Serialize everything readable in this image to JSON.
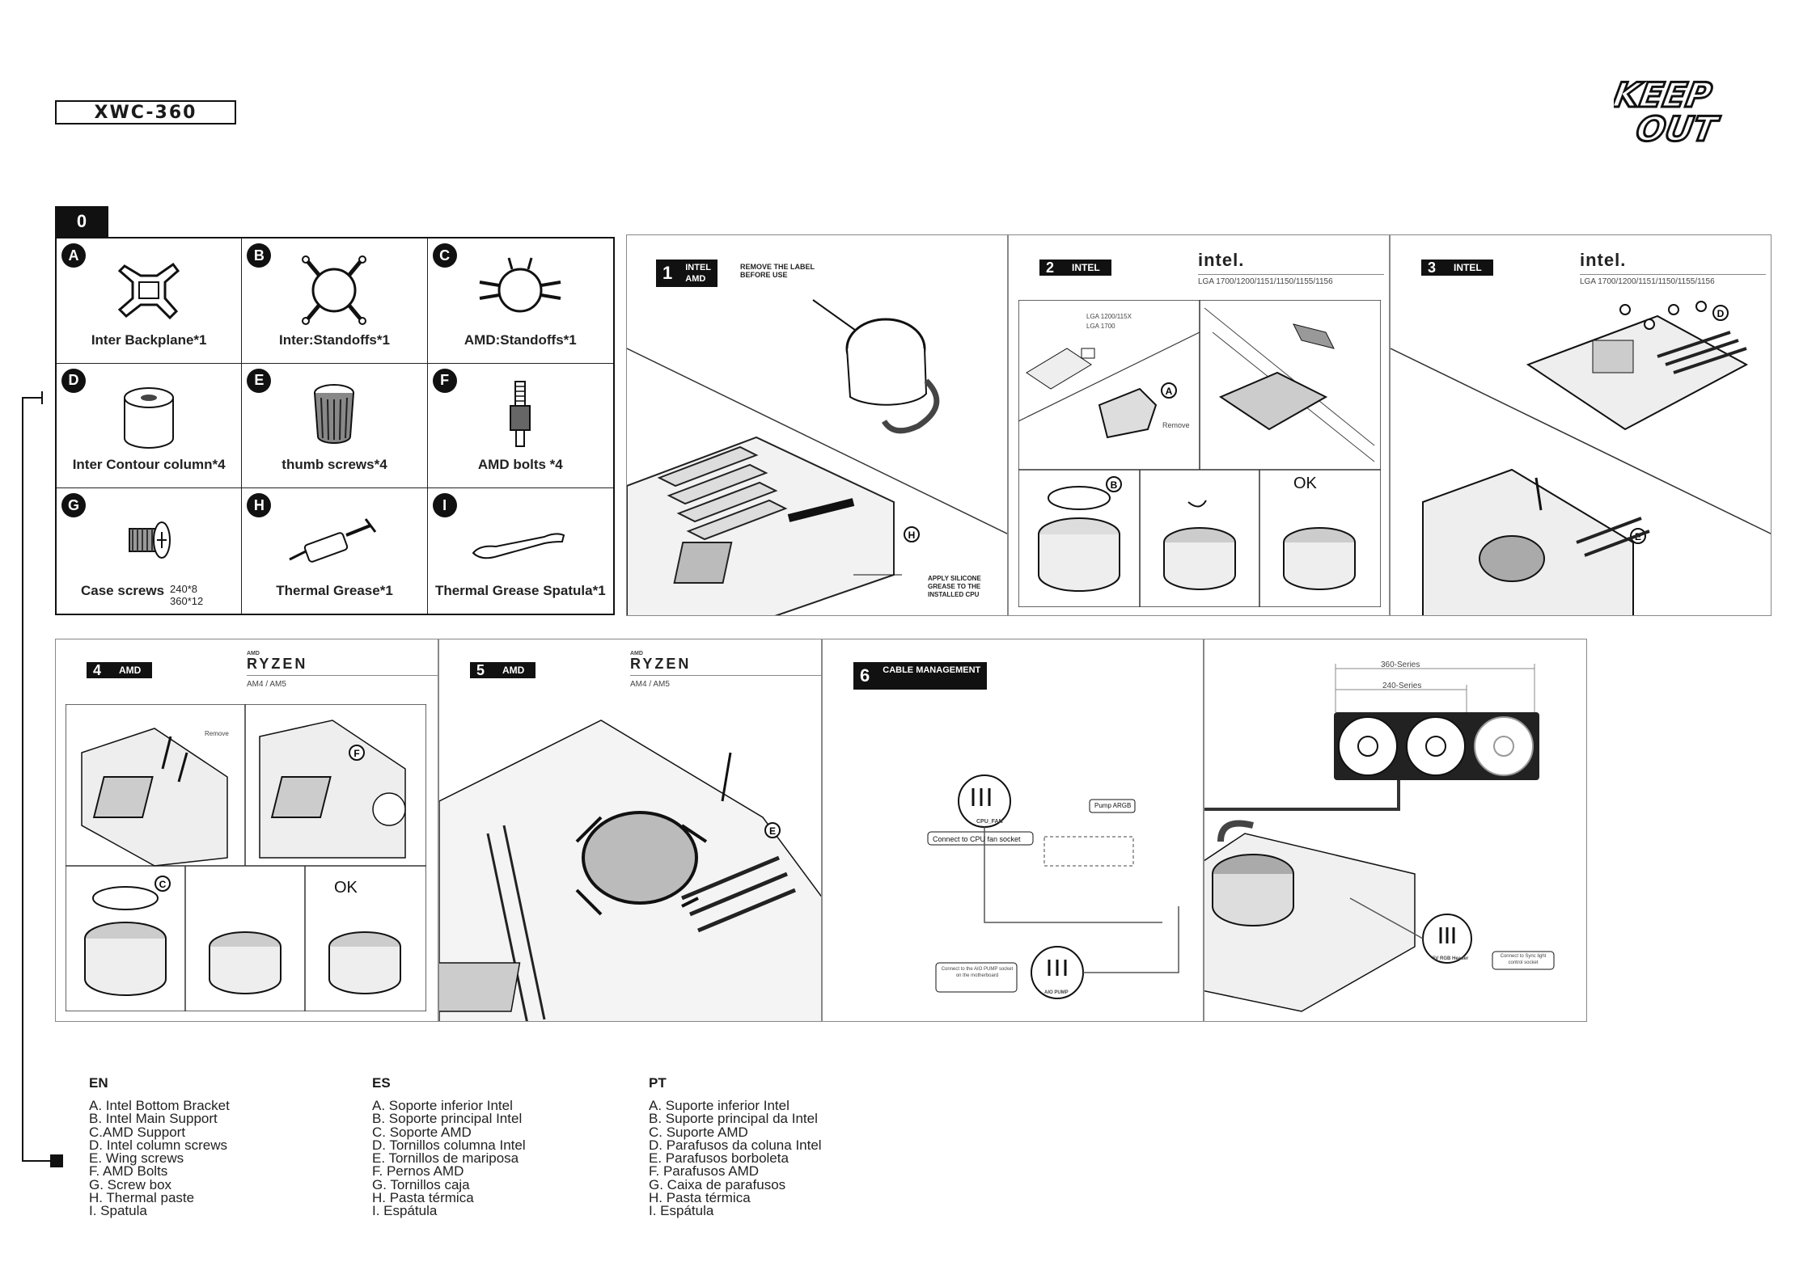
{
  "header": {
    "model": "XWC-360",
    "logo_line1": "KEEP",
    "logo_line2": "OUT"
  },
  "section0": {
    "number": "0",
    "parts": [
      {
        "letter": "A",
        "label": "Inter Backplane*1",
        "icon": "backplane-icon"
      },
      {
        "letter": "B",
        "label": "Inter:Standoffs*1",
        "icon": "intel-standoff-bracket-icon"
      },
      {
        "letter": "C",
        "label": "AMD:Standoffs*1",
        "icon": "amd-standoff-bracket-icon"
      },
      {
        "letter": "D",
        "label": "Inter Contour column*4",
        "icon": "contour-column-icon"
      },
      {
        "letter": "E",
        "label": "thumb screws*4",
        "icon": "thumb-screw-icon"
      },
      {
        "letter": "F",
        "label": "AMD bolts *4",
        "icon": "amd-bolt-icon"
      },
      {
        "letter": "G",
        "label": "Case screws",
        "sizes": [
          "240*8",
          "360*12"
        ],
        "icon": "case-screw-icon"
      },
      {
        "letter": "H",
        "label": "Thermal Grease*1",
        "icon": "thermal-grease-syringe-icon"
      },
      {
        "letter": "I",
        "label": "Thermal Grease Spatula*1",
        "icon": "spatula-icon"
      }
    ]
  },
  "steps": {
    "s1": {
      "num": "1",
      "tag1": "INTEL",
      "tag2": "AMD",
      "note": "REMOVE THE LABEL BEFORE USE",
      "apply_note": "APPLY SILICONE GREASE TO THE INSTALLED CPU",
      "marker": "H"
    },
    "s2": {
      "num": "2",
      "tag": "INTEL",
      "brand": "intel.",
      "sockets": "LGA 1700/1200/1151/1150/1155/1156",
      "lga_a": "LGA 1200/115X",
      "lga_b": "LGA 1700",
      "remove": "Remove",
      "ok": "OK",
      "marker_a": "A",
      "marker_b": "B"
    },
    "s3": {
      "num": "3",
      "tag": "INTEL",
      "brand": "intel.",
      "sockets": "LGA 1700/1200/1151/1150/1155/1156",
      "marker_d": "D",
      "marker_e": "E"
    },
    "s4": {
      "num": "4",
      "tag": "AMD",
      "brand": "RYZEN",
      "brand_small": "AMD",
      "sockets": "AM4 / AM5",
      "remove": "Remove",
      "ok": "OK",
      "marker_c": "C",
      "marker_f": "F"
    },
    "s5": {
      "num": "5",
      "tag": "AMD",
      "brand": "RYZEN",
      "brand_small": "AMD",
      "sockets": "AM4 / AM5",
      "marker_e": "E"
    },
    "s6": {
      "num": "6",
      "tag": "CABLE MANAGEMENT",
      "cpu_fan_socket": "Connect to CPU fan socket",
      "cpu_fan": "CPU_FAN",
      "pump_argb": "Pump ARGB",
      "pump_socket": "Connect to the AIO PUMP socket on the motherboard",
      "aio_pump": "AIO PUMP",
      "header_5v": "5V RGB Header",
      "sync_socket": "Connect to Sync light control socket",
      "series_360": "360-Series",
      "series_240": "240-Series"
    }
  },
  "legend": {
    "en": {
      "title": "EN",
      "items": [
        "A. Intel Bottom Bracket",
        "B. Intel Main Support",
        "C.AMD Support",
        "D. Intel column screws",
        "E. Wing screws",
        "F. AMD Bolts",
        "G. Screw box",
        "H. Thermal paste",
        "I. Spatula"
      ]
    },
    "es": {
      "title": "ES",
      "items": [
        "A. Soporte inferior Intel",
        "B. Soporte principal Intel",
        "C. Soporte AMD",
        "D. Tornillos columna Intel",
        "E. Tornillos de mariposa",
        "F. Pernos AMD",
        "G. Tornillos caja",
        "H. Pasta térmica",
        "I. Espátula"
      ]
    },
    "pt": {
      "title": "PT",
      "items": [
        "A. Suporte inferior Intel",
        "B. Suporte principal da Intel",
        "C. Suporte AMD",
        "D. Parafusos da coluna Intel",
        "E. Parafusos borboleta",
        "F. Parafusos AMD",
        "G. Caixa de parafusos",
        "H. Pasta térmica",
        "I. Espátula"
      ]
    }
  }
}
